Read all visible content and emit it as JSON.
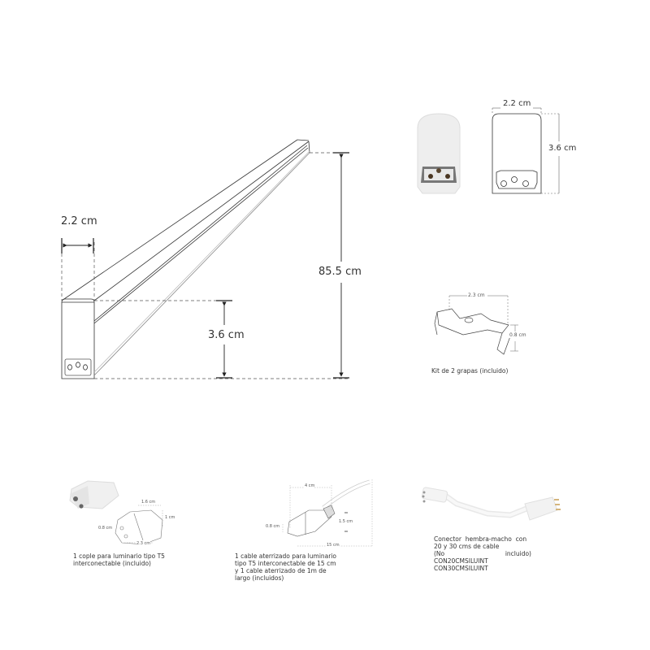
{
  "main_profile": {
    "width_label": "2.2 cm",
    "height_label": "3.6 cm",
    "length_label": "85.5 cm"
  },
  "end_cap": {
    "width_label": "2.2 cm",
    "height_label": "3.6 cm"
  },
  "clip": {
    "width_label": "2.3 cm",
    "height_label": "0.8 cm",
    "caption": "Kit de 2 grapas (incluido)"
  },
  "coupler": {
    "length_label": "1.6 cm",
    "height_label": "1 cm",
    "side_label": "0.8 cm",
    "width_label": "2.3 cm",
    "caption_lines": [
      "1 cople para luminario tipo T5",
      "interconectable (incluido)"
    ]
  },
  "grounded_cable": {
    "top_label": "4 cm",
    "side_label": "0.8 cm",
    "mid_label": "1.5 cm",
    "bottom_label": "15 cm",
    "caption_lines": [
      "1 cable aterrizado para luminario",
      "tipo T5 interconectable de 15 cm",
      "y 1 cable aterrizado de 1m de",
      "largo (incluidos)"
    ]
  },
  "connector": {
    "caption_lines": [
      "Conector  hembra-macho  con",
      "20 y 30 cms de cable"
    ],
    "caption_no": "(No",
    "caption_included": "incluido)",
    "codes": [
      "CON20CMSILUINT",
      "CON30CMSILUINT"
    ]
  }
}
